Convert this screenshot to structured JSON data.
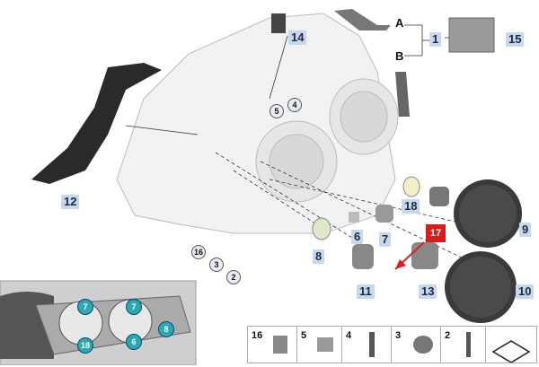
{
  "callouts": {
    "c1": "1",
    "c2": "2",
    "c3": "3",
    "c4": "4",
    "c5": "5",
    "c6": "6",
    "c7": "7",
    "c8": "8",
    "c9": "9",
    "c10": "10",
    "c11": "11",
    "c12": "12",
    "c13": "13",
    "c14": "14",
    "c15": "15",
    "c16": "16",
    "c17": "17",
    "c18": "18"
  },
  "letters": {
    "a": "A",
    "b": "B"
  },
  "inset": {
    "l1": "7",
    "l2": "7",
    "l3": "6",
    "l4": "18",
    "l5": "8"
  },
  "strip": {
    "s16": "16",
    "s5": "5",
    "s4": "4",
    "s3": "3",
    "s2": "2"
  },
  "colors": {
    "badge": "#dd1a1a",
    "tag": "#c8d8ec",
    "teal": "#2aa9b0",
    "arrow": "#e02020"
  }
}
